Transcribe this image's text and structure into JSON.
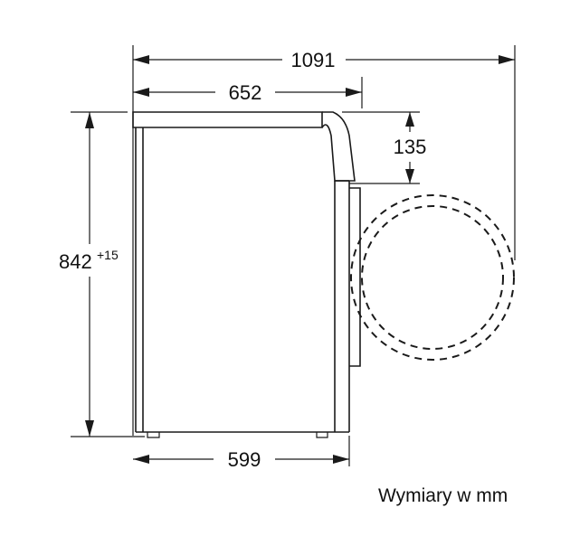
{
  "dimensions": {
    "total_depth_door_open": "1091",
    "depth_with_door": "652",
    "body_width": "599",
    "height": "842",
    "height_tolerance": "+15",
    "door_offset": "135"
  },
  "caption": "Wymiary w mm"
}
